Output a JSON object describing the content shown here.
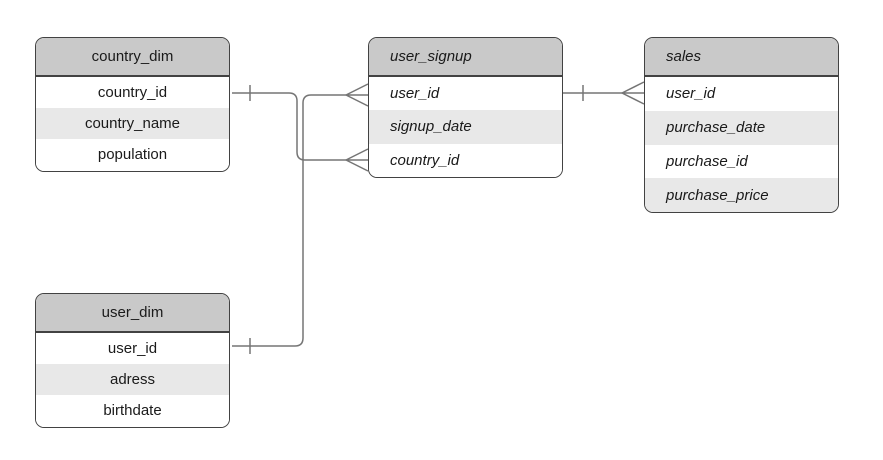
{
  "diagram": {
    "type": "entity-relationship",
    "notation": "crow-foot",
    "tables": [
      {
        "id": "country_dim",
        "name": "country_dim",
        "style": "regular-centered",
        "fields": [
          "country_id",
          "country_name",
          "population"
        ]
      },
      {
        "id": "user_signup",
        "name": "user_signup",
        "style": "italic-left",
        "fields": [
          "user_id",
          "signup_date",
          "country_id"
        ]
      },
      {
        "id": "sales",
        "name": "sales",
        "style": "italic-left",
        "fields": [
          "user_id",
          "purchase_date",
          "purchase_id",
          "purchase_price"
        ]
      },
      {
        "id": "user_dim",
        "name": "user_dim",
        "style": "regular-centered",
        "fields": [
          "user_id",
          "adress",
          "birthdate"
        ]
      }
    ],
    "relationships": [
      {
        "from": "country_dim.country_id",
        "from_cardinality": "one",
        "to": "user_signup.country_id",
        "to_cardinality": "many"
      },
      {
        "from": "user_dim.user_id",
        "from_cardinality": "one",
        "to": "user_signup.user_id",
        "to_cardinality": "many"
      },
      {
        "from": "user_signup.user_id",
        "from_cardinality": "one",
        "to": "sales.user_id",
        "to_cardinality": "many"
      }
    ]
  },
  "colors": {
    "header-fill": "#c9c9c9",
    "row-alt-fill": "#e8e8e8",
    "row-fill": "#ffffff",
    "border-color": "#424242",
    "connector-color": "#757575",
    "text-color": "#1a1a1a",
    "bg": "#ffffff"
  }
}
